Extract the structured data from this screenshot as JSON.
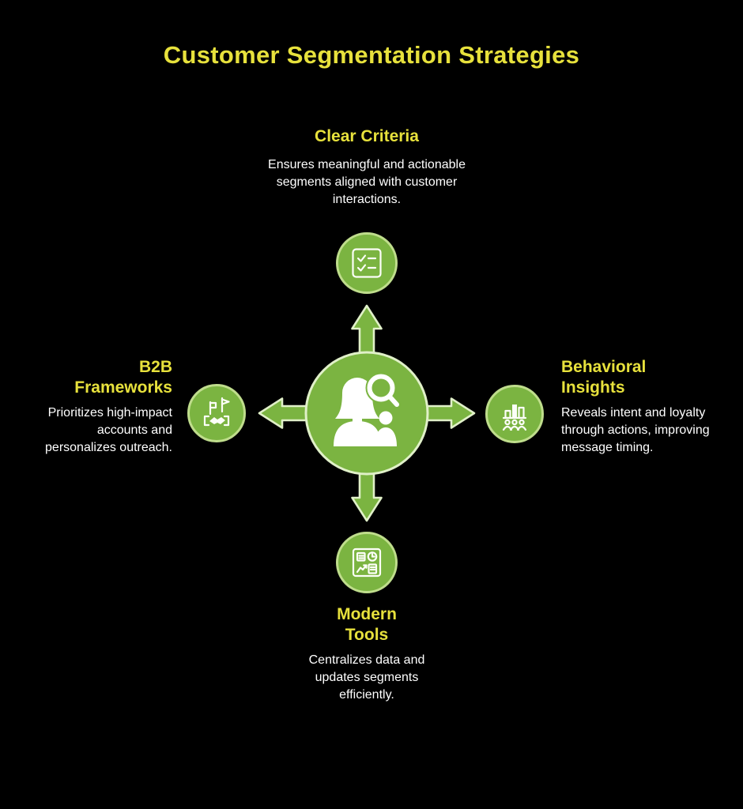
{
  "title": "Customer Segmentation Strategies",
  "colors": {
    "background": "#000000",
    "accent_yellow": "#E7E13C",
    "green": "#7BB441",
    "light_green_outline": "#E0F0C8",
    "ring_light_green": "#BFDD8C",
    "text_white": "#FFFFFF"
  },
  "center": {
    "icon": "person-search-icon"
  },
  "sections": {
    "top": {
      "heading_lines": [
        "Clear Criteria"
      ],
      "description": "Ensures meaningful and actionable segments aligned with customer interactions.",
      "icon": "checklist-icon"
    },
    "left": {
      "heading_lines": [
        "B2B",
        "Frameworks"
      ],
      "description": "Prioritizes high-impact accounts and personalizes outreach.",
      "icon": "partnership-flags-handshake-icon"
    },
    "right": {
      "heading_lines": [
        "Behavioral",
        "Insights"
      ],
      "description": "Reveals intent and loyalty through actions, improving message timing.",
      "icon": "bar-chart-people-icon"
    },
    "bottom": {
      "heading_lines": [
        "Modern",
        "Tools"
      ],
      "description": "Centralizes data and updates segments efficiently.",
      "icon": "dashboard-icon"
    }
  }
}
